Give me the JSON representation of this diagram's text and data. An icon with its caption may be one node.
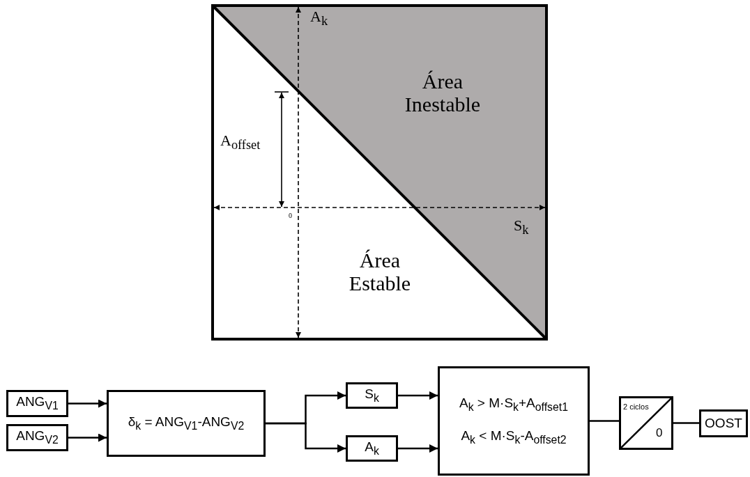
{
  "diagram": {
    "nodes": [
      {
        "text": [
          "ANG$_{V1}$"
        ]
      },
      {
        "text": [
          "ANG$_{V2}$"
        ]
      },
      {
        "text": [
          "δ$_{k}$ = ANG$_{V1}$-ANG$_{V2}$"
        ]
      },
      {
        "text": [
          "S$_{k}$"
        ]
      },
      {
        "text": [
          "A$_{k}$"
        ]
      },
      {
        "text": [
          "A$_{k}$ > M·S$_{k}$+A$_{offset1}$",
          "A$_{k}$ < M·S$_{k}$-A$_{offset2}$"
        ]
      },
      {
        "text": [
          "2 ciclos",
          "0"
        ]
      },
      {
        "text": [
          "OOST"
        ]
      }
    ],
    "edges": [
      {
        "from": 0,
        "to": 2,
        "arrow": "to"
      },
      {
        "from": 1,
        "to": 2,
        "arrow": "to"
      },
      {
        "from": 2,
        "to": 3,
        "arrow": "to"
      },
      {
        "from": 2,
        "to": 4,
        "arrow": "to"
      },
      {
        "from": 3,
        "to": 5,
        "arrow": "to"
      },
      {
        "from": 4,
        "to": 5,
        "arrow": "to"
      },
      {
        "from": 5,
        "to": 6,
        "arrow": "none"
      },
      {
        "from": 6,
        "to": 7,
        "arrow": "none"
      }
    ],
    "labels": [
      "A$_{k}$",
      "Área Inestable",
      "A$_{offset}$",
      "0",
      "S$_{k}$",
      "Área Estable"
    ]
  }
}
